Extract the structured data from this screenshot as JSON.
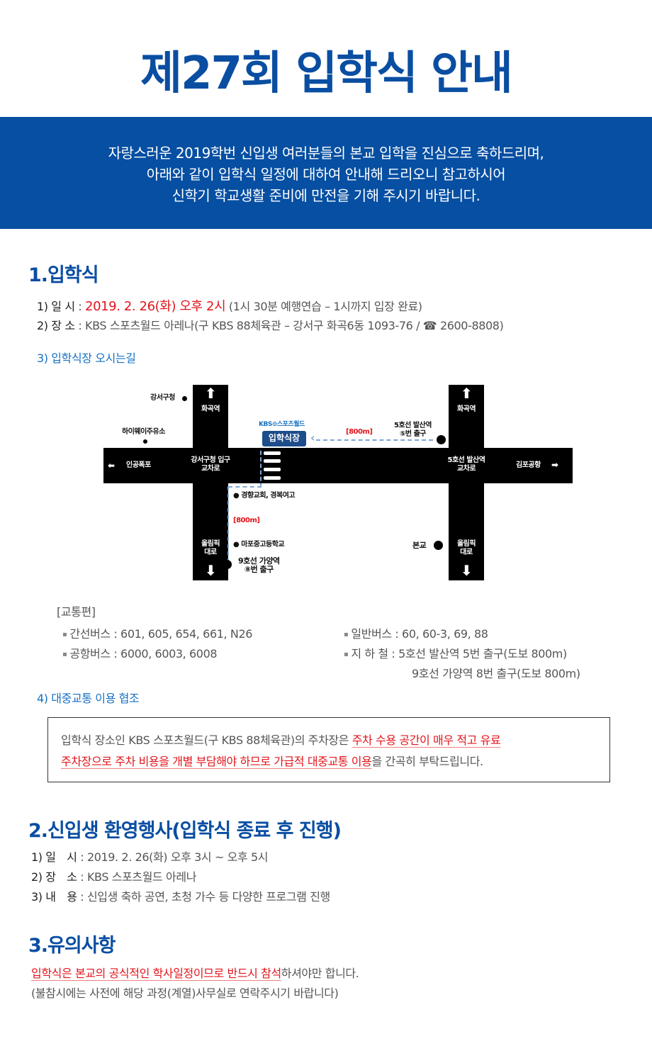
{
  "header": {
    "title": "제27회 입학식 안내"
  },
  "banner": {
    "lines": [
      "자랑스러운 2019학번 신입생 여러분들의 본교 입학을 진심으로 축하드리며,",
      "아래와 같이 입학식 일정에 대하여 안내해 드리오니 참고하시어",
      "신학기 학교생활 준비에 만전을 기해 주시기 바랍니다."
    ],
    "background_color": "#064fa2"
  },
  "section1": {
    "title": "1.입학식",
    "date": {
      "label": "1) 일 시",
      "sep": " : ",
      "value": "2019. 2. 26(화) 오후 2시",
      "note": " (1시 30분 예행연습 – 1시까지 입장 완료)"
    },
    "place": {
      "label": "2) 장 소",
      "sep": " : ",
      "value": "KBS 스포츠월드 아레나(구 KBS 88체육관 – 강서구 화곡6동 1093-76 / ",
      "phone_icon": "☎",
      "phone": " 2600-8808)"
    },
    "directions_title": "3) 입학식장 오시는길",
    "map": {
      "labels": {
        "gangseo_office": "강서구청",
        "hwagok_left": "화곡역",
        "highway_gas": "하이웨이주유소",
        "kbs_sportsworld": "KBS⊙스포츠월드",
        "venue": "입학식장",
        "distance_top": "[800m]",
        "balsan_exit_line1": "5호선 발산역",
        "balsan_exit_line2": "⑤번 출구",
        "hwagok_right": "화곡역",
        "artificial_falls": "인공폭포",
        "gangseo_junction_line1": "강서구청 입구",
        "gangseo_junction_line2": "교차로",
        "balsan_junction_line1": "5호선 발산역",
        "balsan_junction_line2": "교차로",
        "gimpo_airport": "김포공항",
        "church_school": "경향교회, 경복여고",
        "distance_bottom": "[800m]",
        "mapo_school": "마포중고등학교",
        "olympic_left_line1": "올림픽",
        "olympic_left_line2": "대로",
        "gayang_exit_line1": "9호선 가양역",
        "gayang_exit_line2": "⑧번 출구",
        "school": "본교",
        "olympic_right_line1": "올림픽",
        "olympic_right_line2": "대로"
      },
      "arrows": {
        "up": "⬆",
        "down": "⬇",
        "left": "⬅",
        "right": "➡"
      }
    },
    "transport": {
      "title": "[교통편]",
      "bullet": "▪",
      "items": [
        {
          "label": "간선버스",
          "value": "601, 605, 654, 661, N26"
        },
        {
          "label": "일반버스",
          "value": "60, 60-3, 69, 88"
        },
        {
          "label": "공항버스",
          "value": "6000, 6003, 6008"
        },
        {
          "label": "지 하 철",
          "value": "5호선 발산역 5번 출구(도보 800m)",
          "value2": "9호선 가양역 8번 출구(도보 800m)"
        }
      ],
      "sep": " : "
    },
    "public_transit_title": "4) 대중교통 이용 협조",
    "notice": {
      "part1": "입학식 장소인 KBS 스포츠월드(구 KBS 88체육관)의 주차장은 ",
      "highlight1": "주차 수용 공간이 매우 적고 유료",
      "highlight2": "주차장으로 주차 비용을 개별 부담해야 하므로 가급적 대중교통 이용",
      "part2": "을 간곡히 부탁드립니다."
    }
  },
  "section2": {
    "title": "2.신입생 환영행사(입학식 종료 후 진행)",
    "items": [
      {
        "label": "1) 일　시",
        "value": "2019. 2. 26(화) 오후 3시 ~ 오후 5시"
      },
      {
        "label": "2) 장　소",
        "value": "KBS 스포츠월드 아레나"
      },
      {
        "label": "3) 내　용",
        "value": "신입생 축하 공연, 초청 가수 등 다양한 프로그램 진행"
      }
    ],
    "sep": " : "
  },
  "section3": {
    "title": "3.유의사항",
    "highlight": "입학식은 본교의 공식적인 학사일정이므로 반드시 참석",
    "rest": "하셔야만 합니다.",
    "note": "(불참시에는 사전에 해당 과정(계열)사무실로 연락주시기 바랍니다)"
  },
  "colors": {
    "primary_blue": "#0a4ea2",
    "sub_blue": "#1670c3",
    "red": "#e3141b",
    "venue_badge": "#1d4d8a",
    "route_dash": "#7ea6d4"
  }
}
